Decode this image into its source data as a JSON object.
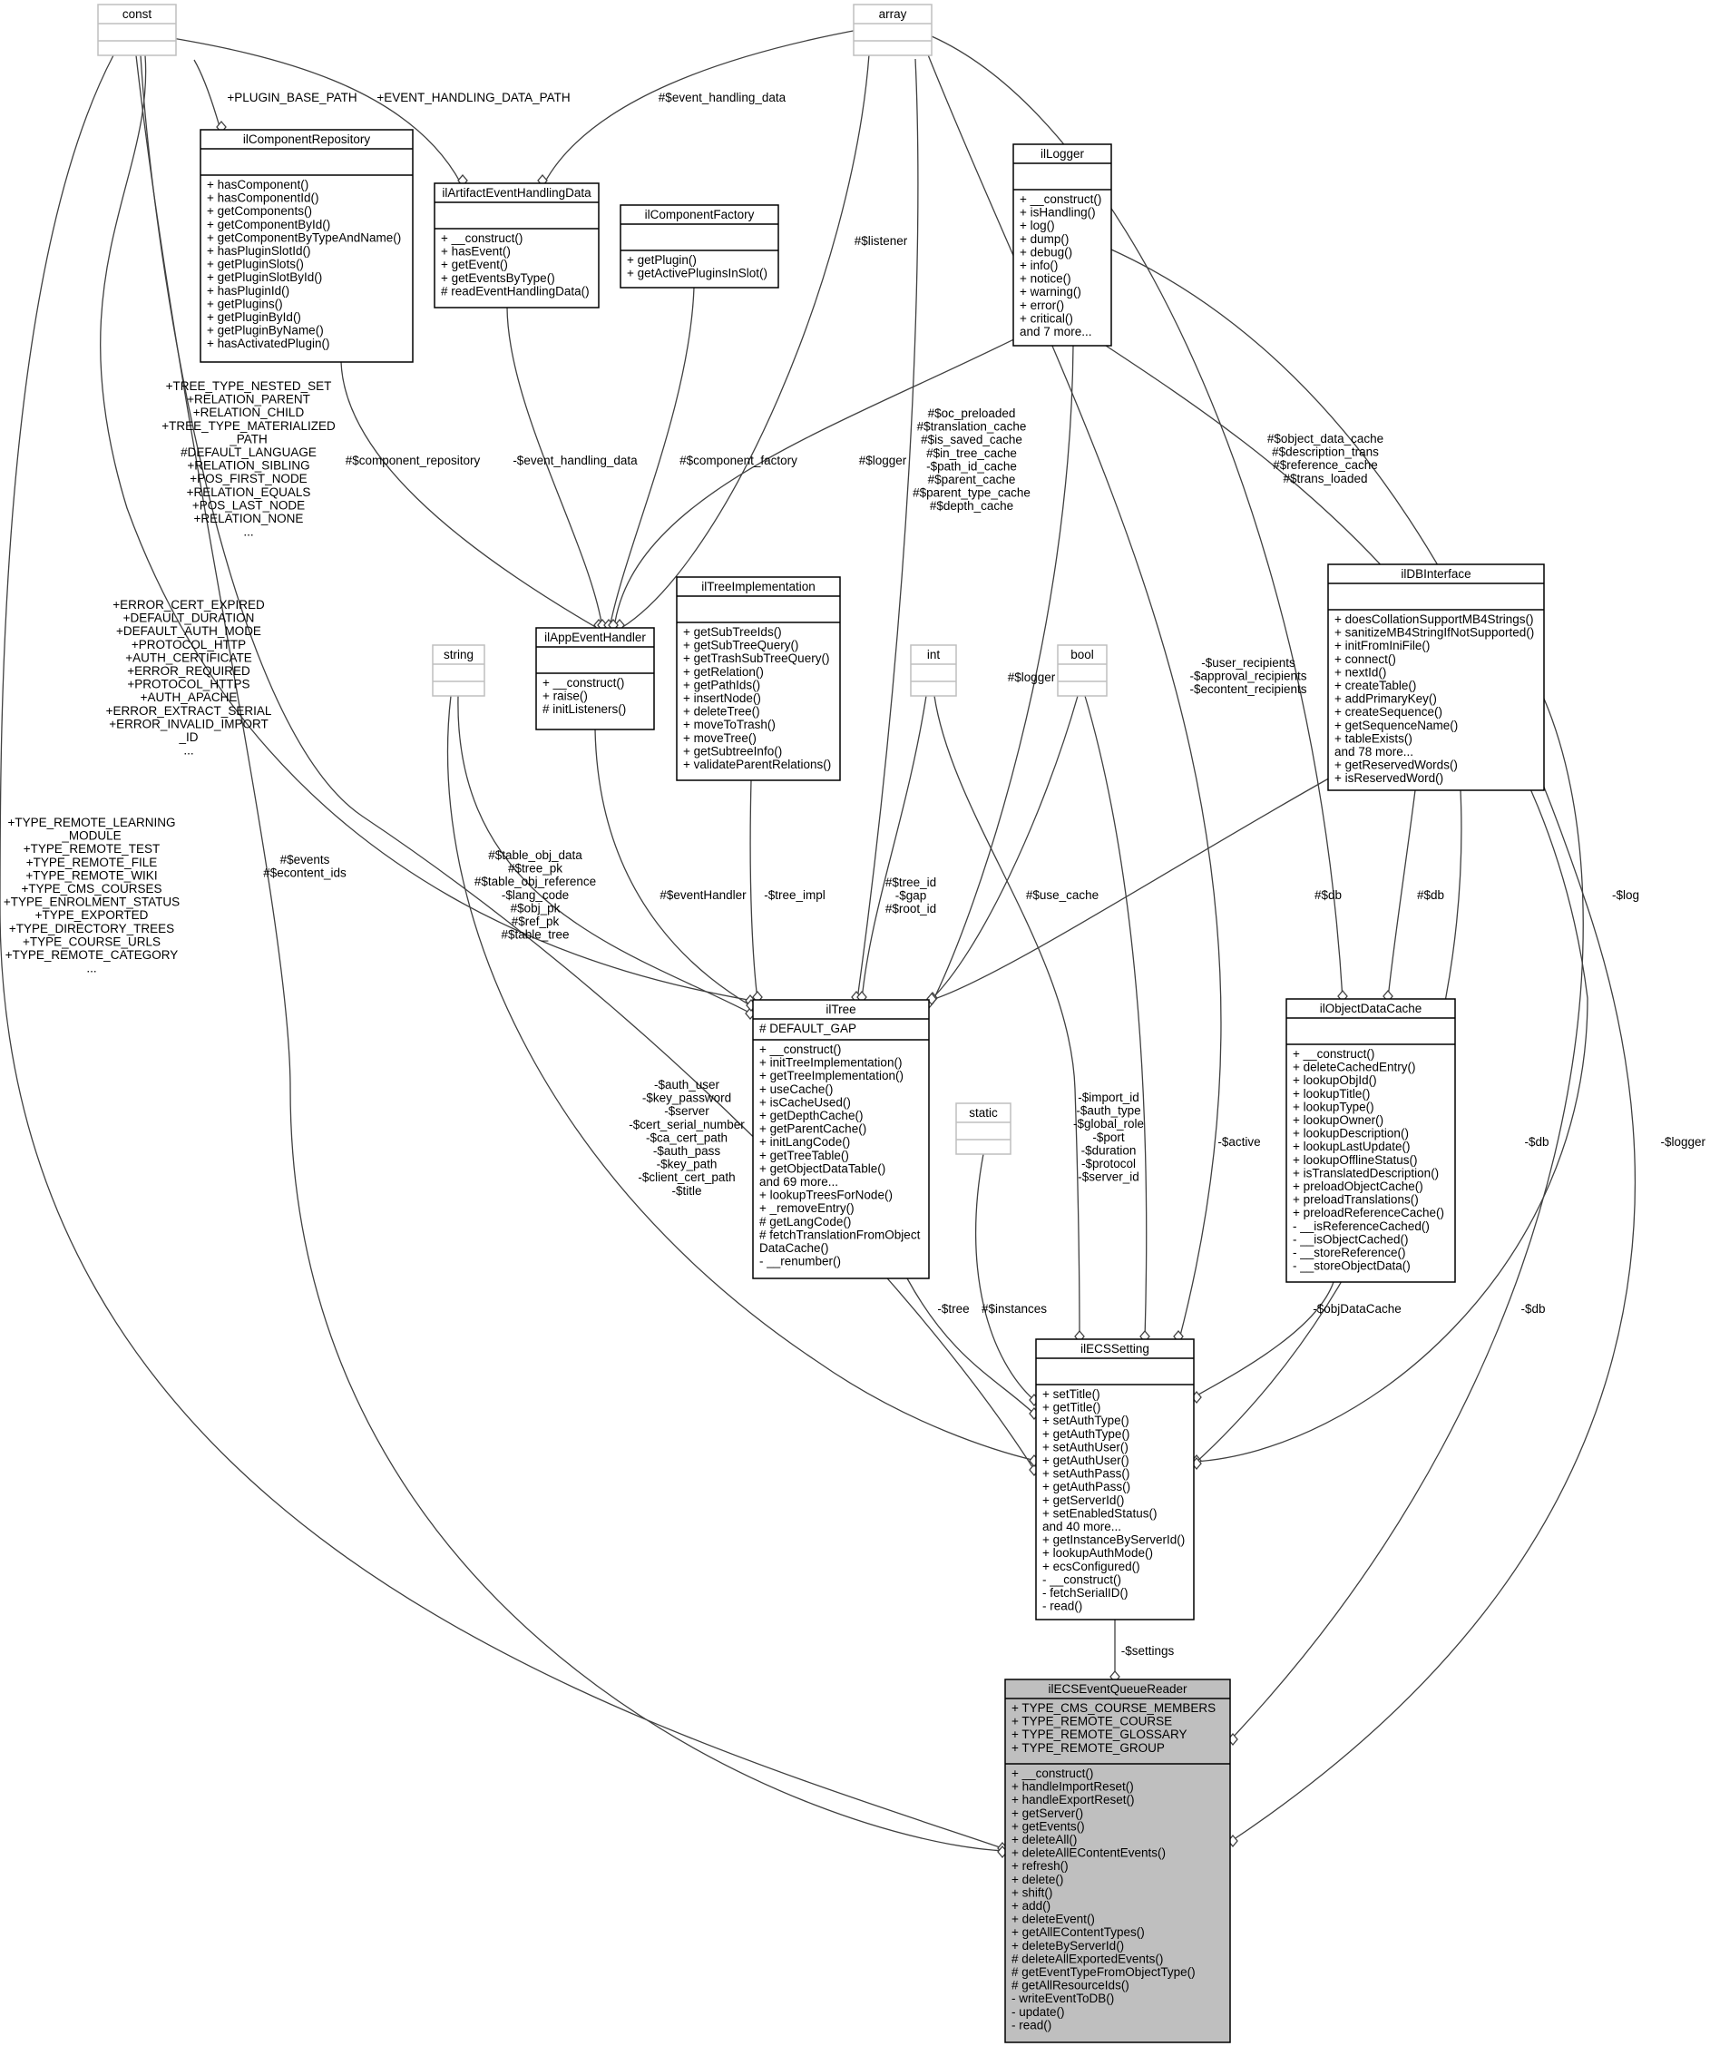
{
  "nodes": {
    "const": {
      "name": "const",
      "attributes": [],
      "methods": []
    },
    "array": {
      "name": "array",
      "attributes": [],
      "methods": []
    },
    "ilComponentRepository": {
      "name": "ilComponentRepository",
      "attributes": [],
      "methods": [
        "+ hasComponent()",
        "+ hasComponentId()",
        "+ getComponents()",
        "+ getComponentById()",
        "+ getComponentByTypeAndName()",
        "+ hasPluginSlotId()",
        "+ getPluginSlots()",
        "+ getPluginSlotById()",
        "+ hasPluginId()",
        "+ getPlugins()",
        "+ getPluginById()",
        "+ getPluginByName()",
        "+ hasActivatedPlugin()"
      ]
    },
    "ilArtifactEventHandlingData": {
      "name": "ilArtifactEventHandlingData",
      "attributes": [],
      "methods": [
        "+ __construct()",
        "+ hasEvent()",
        "+ getEvent()",
        "+ getEventsByType()",
        "# readEventHandlingData()"
      ]
    },
    "ilComponentFactory": {
      "name": "ilComponentFactory",
      "attributes": [],
      "methods": [
        "+ getPlugin()",
        "+ getActivePluginsInSlot()"
      ]
    },
    "ilLogger": {
      "name": "ilLogger",
      "attributes": [],
      "methods": [
        "+ __construct()",
        "+ isHandling()",
        "+ log()",
        "+ dump()",
        "+ debug()",
        "+ info()",
        "+ notice()",
        "+ warning()",
        "+ error()",
        "+ critical()",
        "and 7 more..."
      ]
    },
    "ilAppEventHandler": {
      "name": "ilAppEventHandler",
      "attributes": [],
      "methods": [
        "+ __construct()",
        "+ raise()",
        "# initListeners()"
      ]
    },
    "ilTreeImplementation": {
      "name": "ilTreeImplementation",
      "attributes": [],
      "methods": [
        "+ getSubTreeIds()",
        "+ getSubTreeQuery()",
        "+ getTrashSubTreeQuery()",
        "+ getRelation()",
        "+ getPathIds()",
        "+ insertNode()",
        "+ deleteTree()",
        "+ moveToTrash()",
        "+ moveTree()",
        "+ getSubtreeInfo()",
        "+ validateParentRelations()"
      ]
    },
    "string": {
      "name": "string",
      "attributes": [],
      "methods": []
    },
    "int": {
      "name": "int",
      "attributes": [],
      "methods": []
    },
    "bool": {
      "name": "bool",
      "attributes": [],
      "methods": []
    },
    "ilDBInterface": {
      "name": "ilDBInterface",
      "attributes": [],
      "methods": [
        "+ doesCollationSupportMB4Strings()",
        "+ sanitizeMB4StringIfNotSupported()",
        "+ initFromIniFile()",
        "+ connect()",
        "+ nextId()",
        "+ createTable()",
        "+ addPrimaryKey()",
        "+ createSequence()",
        "+ getSequenceName()",
        "+ tableExists()",
        "and 78 more...",
        "+ getReservedWords()",
        "+ isReservedWord()"
      ]
    },
    "ilTree": {
      "name": "ilTree",
      "attributes": [
        "# DEFAULT_GAP"
      ],
      "methods": [
        "+ __construct()",
        "+ initTreeImplementation()",
        "+ getTreeImplementation()",
        "+ useCache()",
        "+ isCacheUsed()",
        "+ getDepthCache()",
        "+ getParentCache()",
        "+ initLangCode()",
        "+ getTreeTable()",
        "+ getObjectDataTable()",
        "and 69 more...",
        "+ lookupTreesForNode()",
        "+ _removeEntry()",
        "# getLangCode()",
        "# fetchTranslationFromObject",
        "DataCache()",
        "- __renumber()"
      ]
    },
    "ilObjectDataCache": {
      "name": "ilObjectDataCache",
      "attributes": [],
      "methods": [
        "+ __construct()",
        "+ deleteCachedEntry()",
        "+ lookupObjId()",
        "+ lookupTitle()",
        "+ lookupType()",
        "+ lookupOwner()",
        "+ lookupDescription()",
        "+ lookupLastUpdate()",
        "+ lookupOfflineStatus()",
        "+ isTranslatedDescription()",
        "+ preloadObjectCache()",
        "+ preloadTranslations()",
        "+ preloadReferenceCache()",
        "- __isReferenceCached()",
        "- __isObjectCached()",
        "- __storeReference()",
        "- __storeObjectData()"
      ]
    },
    "static": {
      "name": "static",
      "attributes": [],
      "methods": []
    },
    "ilECSSetting": {
      "name": "ilECSSetting",
      "attributes": [],
      "methods": [
        "+ setTitle()",
        "+ getTitle()",
        "+ setAuthType()",
        "+ getAuthType()",
        "+ setAuthUser()",
        "+ getAuthUser()",
        "+ setAuthPass()",
        "+ getAuthPass()",
        "+ getServerId()",
        "+ setEnabledStatus()",
        "and 40 more...",
        "+ getInstanceByServerId()",
        "+ lookupAuthMode()",
        "+ ecsConfigured()",
        "- __construct()",
        "- fetchSerialID()",
        "- read()"
      ]
    },
    "ilECSEventQueueReader": {
      "name": "ilECSEventQueueReader",
      "attributes": [
        "+ TYPE_CMS_COURSE_MEMBERS",
        "+ TYPE_REMOTE_COURSE",
        "+ TYPE_REMOTE_GLOSSARY",
        "+ TYPE_REMOTE_GROUP"
      ],
      "methods": [
        "+ __construct()",
        "+ handleImportReset()",
        "+ handleExportReset()",
        "+ getServer()",
        "+ getEvents()",
        "+ deleteAll()",
        "+ deleteAllEContentEvents()",
        "+ refresh()",
        "+ delete()",
        "+ shift()",
        "+ add()",
        "+ deleteEvent()",
        "+ getAllEContentTypes()",
        "+ deleteByServerId()",
        "# deleteAllExportedEvents()",
        "# getEventTypeFromObjectType()",
        "# getAllResourceIds()",
        "- writeEventToDB()",
        "- update()",
        "- read()"
      ]
    }
  },
  "edge_labels": {
    "plugin_base_path": [
      "+PLUGIN_BASE_PATH"
    ],
    "event_handling_data_path": [
      "+EVENT_HANDLING_DATA_PATH"
    ],
    "event_handling_data": [
      "#$event_handling_data"
    ],
    "listener": [
      "#$listener"
    ],
    "component_repository": [
      "#$component_repository"
    ],
    "event_handling_data_private": [
      "-$event_handling_data"
    ],
    "component_factory": [
      "#$component_factory"
    ],
    "logger_appevent": [
      "#$logger"
    ],
    "tree_caches": [
      "#$oc_preloaded",
      "#$translation_cache",
      "#$is_saved_cache",
      "#$in_tree_cache",
      "-$path_id_cache",
      "#$parent_cache",
      "#$parent_type_cache",
      "#$depth_cache"
    ],
    "tree_consts": [
      "+TREE_TYPE_NESTED_SET",
      "+RELATION_PARENT",
      "+RELATION_CHILD",
      "+TREE_TYPE_MATERIALIZED",
      "_PATH",
      "#DEFAULT_LANGUAGE",
      "+RELATION_SIBLING",
      "+POS_FIRST_NODE",
      "+RELATION_EQUALS",
      "+POS_LAST_NODE",
      "+RELATION_NONE",
      "..."
    ],
    "objcache_arrays": [
      "#$object_data_cache",
      "#$description_trans",
      "#$reference_cache",
      "#$trans_loaded"
    ],
    "ecs_consts": [
      "+ERROR_CERT_EXPIRED",
      "+DEFAULT_DURATION",
      "+DEFAULT_AUTH_MODE",
      "+PROTOCOL_HTTP",
      "+AUTH_CERTIFICATE",
      "+ERROR_REQUIRED",
      "+PROTOCOL_HTTPS",
      "+AUTH_APACHE",
      "+ERROR_EXTRACT_SERIAL",
      "+ERROR_INVALID_IMPORT",
      "_ID",
      "..."
    ],
    "reader_consts": [
      "+TYPE_REMOTE_LEARNING",
      "_MODULE",
      "+TYPE_REMOTE_TEST",
      "+TYPE_REMOTE_FILE",
      "+TYPE_REMOTE_WIKI",
      "+TYPE_CMS_COURSES",
      "+TYPE_ENROLMENT_STATUS",
      "+TYPE_EXPORTED",
      "+TYPE_DIRECTORY_TREES",
      "+TYPE_COURSE_URLS",
      "+TYPE_REMOTE_CATEGORY",
      "..."
    ],
    "logger_tree": [
      "#$logger"
    ],
    "recipients": [
      "-$user_recipients",
      "-$approval_recipients",
      "-$econtent_recipients"
    ],
    "events": [
      "#$events",
      "#$econtent_ids"
    ],
    "tree_strings": [
      "#$table_obj_data",
      "#$tree_pk",
      "#$table_obj_reference",
      "-$lang_code",
      "#$obj_pk",
      "#$ref_pk",
      "#$table_tree"
    ],
    "event_handler": [
      "#$eventHandler"
    ],
    "tree_impl": [
      "-$tree_impl"
    ],
    "tree_ints": [
      "#$tree_id",
      "-$gap",
      "#$root_id"
    ],
    "use_cache": [
      "#$use_cache"
    ],
    "db_tree": [
      "#$db"
    ],
    "db_objcache": [
      "#$db"
    ],
    "log": [
      "-$log"
    ],
    "ecs_strings": [
      "-$auth_user",
      "-$key_password",
      "-$server",
      "-$cert_serial_number",
      "-$ca_cert_path",
      "-$auth_pass",
      "-$key_path",
      "-$client_cert_path",
      "-$title"
    ],
    "ecs_ints": [
      "-$import_id",
      "-$auth_type",
      "-$global_role",
      "-$port",
      "-$duration",
      "-$protocol",
      "-$server_id"
    ],
    "active": [
      "-$active"
    ],
    "db_ecs": [
      "-$db"
    ],
    "logger_reader": [
      "-$logger"
    ],
    "db_reader": [
      "-$db"
    ],
    "tree": [
      "-$tree"
    ],
    "instances": [
      "#$instances"
    ],
    "objdatacache": [
      "-$objDataCache"
    ],
    "settings": [
      "-$settings"
    ]
  }
}
